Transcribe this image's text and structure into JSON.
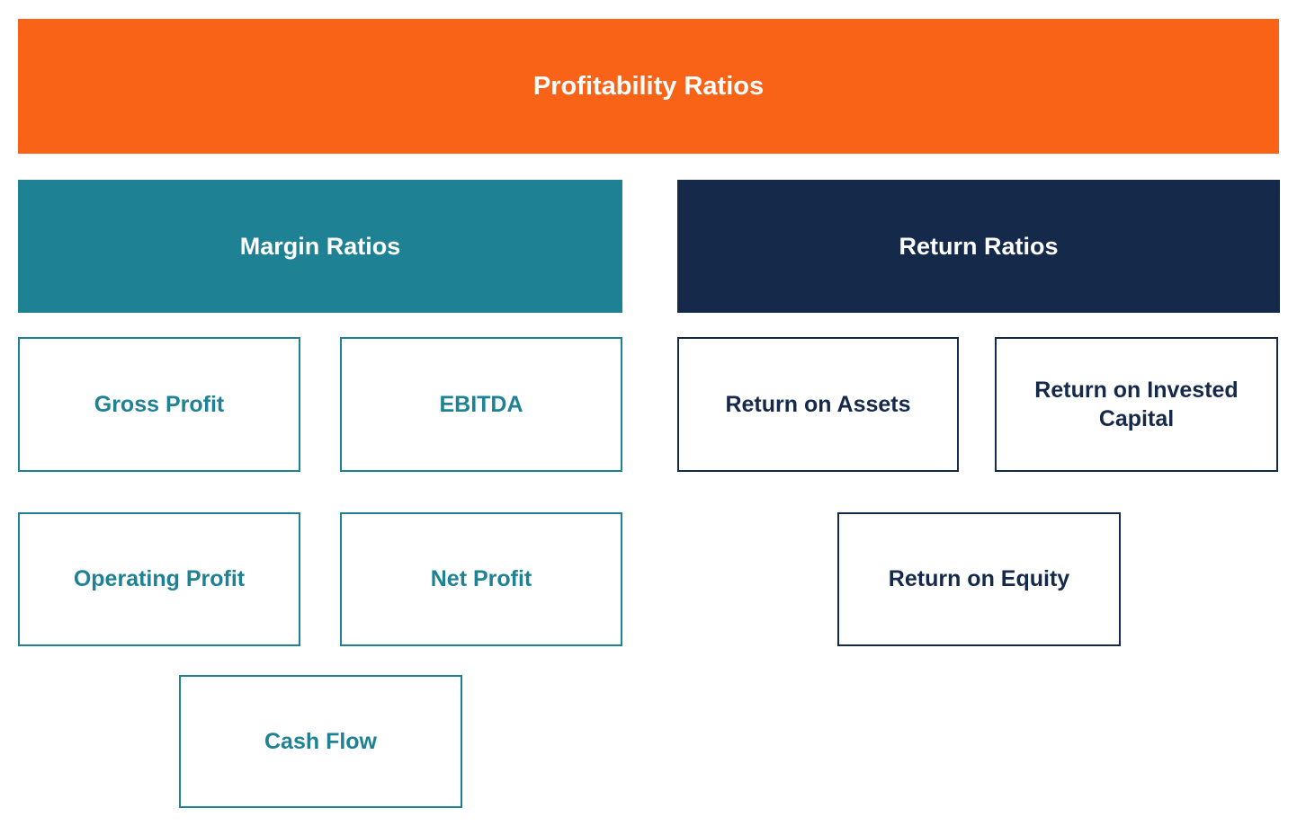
{
  "diagram": {
    "title": {
      "label": "Profitability Ratios",
      "bg_color": "#F96317",
      "text_color": "#ffffff"
    },
    "groups": [
      {
        "header": {
          "label": "Margin Ratios",
          "bg_color": "#1E8294",
          "text_color": "#ffffff"
        },
        "accent_color": "#1E8294",
        "items": [
          {
            "label": "Gross Profit"
          },
          {
            "label": "EBITDA"
          },
          {
            "label": "Operating Profit"
          },
          {
            "label": "Net Profit"
          },
          {
            "label": "Cash Flow"
          }
        ]
      },
      {
        "header": {
          "label": "Return Ratios",
          "bg_color": "#15294B",
          "text_color": "#ffffff"
        },
        "accent_color": "#15294B",
        "items": [
          {
            "label": "Return on Assets"
          },
          {
            "label": "Return on Invested Capital"
          },
          {
            "label": "Return on Equity"
          }
        ]
      }
    ]
  }
}
